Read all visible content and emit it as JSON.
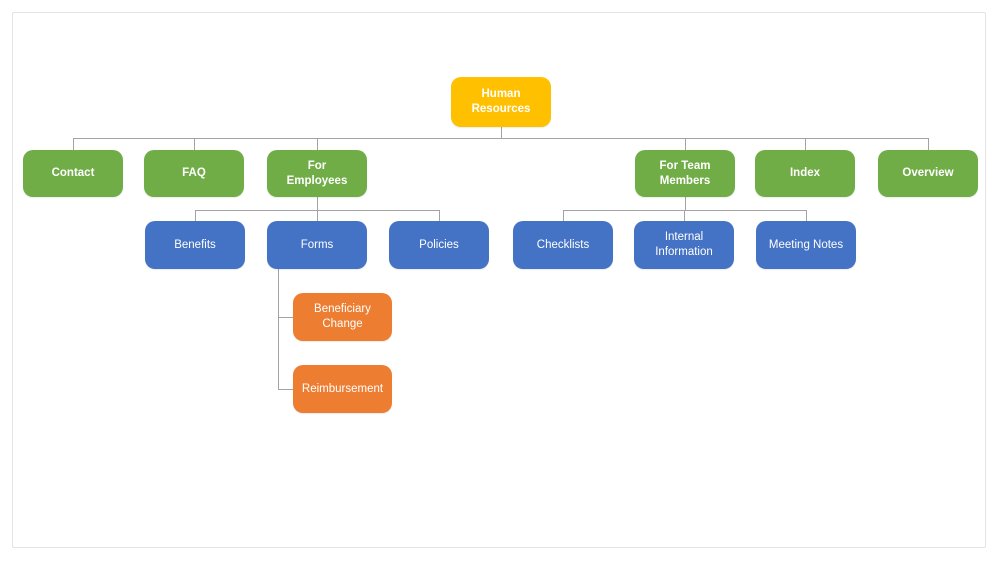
{
  "colors": {
    "root_node": "#FFC000",
    "level2_node": "#70AD47",
    "level3_node": "#4472C4",
    "level4_node": "#ED7D31",
    "connector": "#A3A3A3",
    "node_text": "#FFFFFF",
    "frame_border": "#E4E4E4",
    "background": "#FFFFFF"
  },
  "tree": {
    "label": "Human\nResources",
    "children": [
      {
        "label": "Contact",
        "children": []
      },
      {
        "label": "FAQ",
        "children": []
      },
      {
        "label": "For\nEmployees",
        "children": [
          {
            "label": "Benefits",
            "children": []
          },
          {
            "label": "Forms",
            "children": [
              {
                "label": "Beneficiary\nChange",
                "children": []
              },
              {
                "label": "Reimbursement",
                "children": []
              }
            ]
          },
          {
            "label": "Policies",
            "children": []
          }
        ]
      },
      {
        "label": "For Team\nMembers",
        "children": [
          {
            "label": "Checklists",
            "children": []
          },
          {
            "label": "Internal\nInformation",
            "children": []
          },
          {
            "label": "Meeting Notes",
            "children": []
          }
        ]
      },
      {
        "label": "Index",
        "children": []
      },
      {
        "label": "Overview",
        "children": []
      }
    ]
  }
}
